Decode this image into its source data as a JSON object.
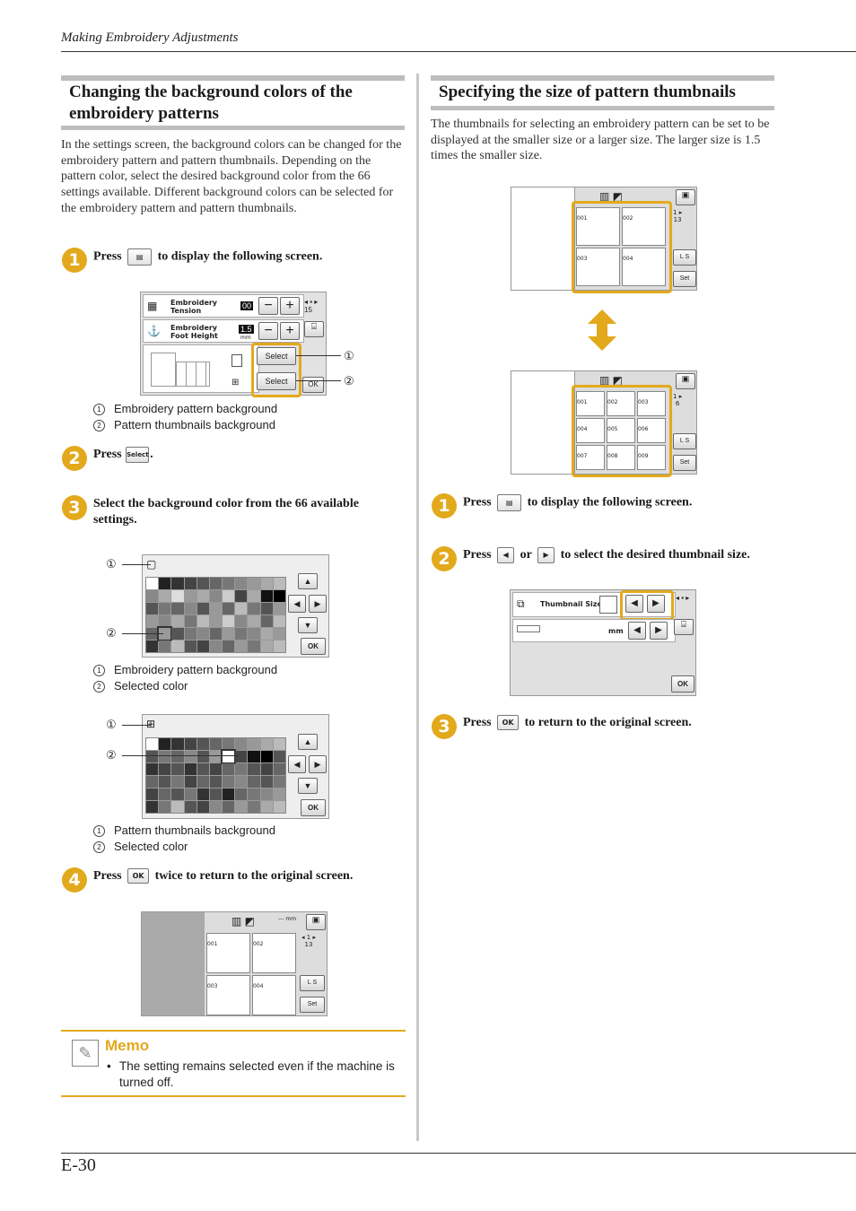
{
  "header": {
    "running_title": "Making Embroidery Adjustments"
  },
  "left": {
    "title_line1": "Changing the background colors of the",
    "title_line2": "embroidery patterns",
    "intro": "In the settings screen, the background colors can be changed for the embroidery pattern and pattern thumbnails. Depending on the pattern color, select the desired background color from the 66 settings available. Different background colors can be selected for the embroidery pattern and pattern thumbnails.",
    "steps": [
      {
        "num": "1",
        "pre": "Press",
        "post": "to display the following screen."
      },
      {
        "num": "2",
        "pre": "Press",
        "post": "."
      },
      {
        "num": "3",
        "text": "Select the background color from the 66 available settings."
      },
      {
        "num": "4",
        "pre": "Press",
        "post": "twice to return to the original screen."
      }
    ],
    "screen1": {
      "row1_label_a": "Embroidery",
      "row1_label_b": "Tension",
      "row1_value": "00",
      "row2_label_a": "Embroidery",
      "row2_label_b": "Foot Height",
      "row2_value": "1.5",
      "row2_unit": "mm",
      "page": "15",
      "select_label": "Select",
      "ok_label": "OK"
    },
    "captions1": [
      "Embroidery pattern background",
      "Pattern thumbnails background"
    ],
    "captions2": [
      "Embroidery pattern background",
      "Selected color"
    ],
    "captions3": [
      "Pattern thumbnails background",
      "Selected color"
    ],
    "callout_nums": [
      "①",
      "②"
    ],
    "ok_label": "OK",
    "select_key": "Select",
    "screen4": {
      "page_top": "1",
      "page_total": "13",
      "thumbs": [
        "001",
        "002",
        "003",
        "004"
      ],
      "ls": "L  S",
      "set": "Set",
      "mm": "--- mm"
    },
    "memo": {
      "title": "Memo",
      "text": "The setting remains selected even if the machine is turned off."
    }
  },
  "right": {
    "title": "Specifying the size of pattern thumbnails",
    "intro": "The thumbnails for selecting an embroidery pattern can be set to be displayed at the smaller size or a larger size. The larger size is 1.5 times the smaller size.",
    "screenA": {
      "page_top": "1",
      "page_total": "13",
      "thumbs": [
        "001",
        "002",
        "003",
        "004"
      ],
      "ls": "L  S",
      "set": "Set"
    },
    "screenB": {
      "page_top": "1",
      "page_total": "6",
      "thumbs": [
        "001",
        "002",
        "003",
        "004",
        "005",
        "006",
        "007",
        "008",
        "009"
      ],
      "ls": "L  S",
      "set": "Set"
    },
    "steps": [
      {
        "num": "1",
        "pre": "Press",
        "post": "to display the following screen."
      },
      {
        "num": "2",
        "pre": "Press",
        "mid": "or",
        "post": "to select the desired thumbnail size."
      },
      {
        "num": "3",
        "pre": "Press",
        "post": "to return to the original screen."
      }
    ],
    "thumb_screen": {
      "label": "Thumbnail Size",
      "unit": "mm",
      "ok": "OK"
    }
  },
  "footer": {
    "page_number": "E-30"
  },
  "colors": {
    "accent": "#e3a91c",
    "rule": "#bdbdbd"
  }
}
